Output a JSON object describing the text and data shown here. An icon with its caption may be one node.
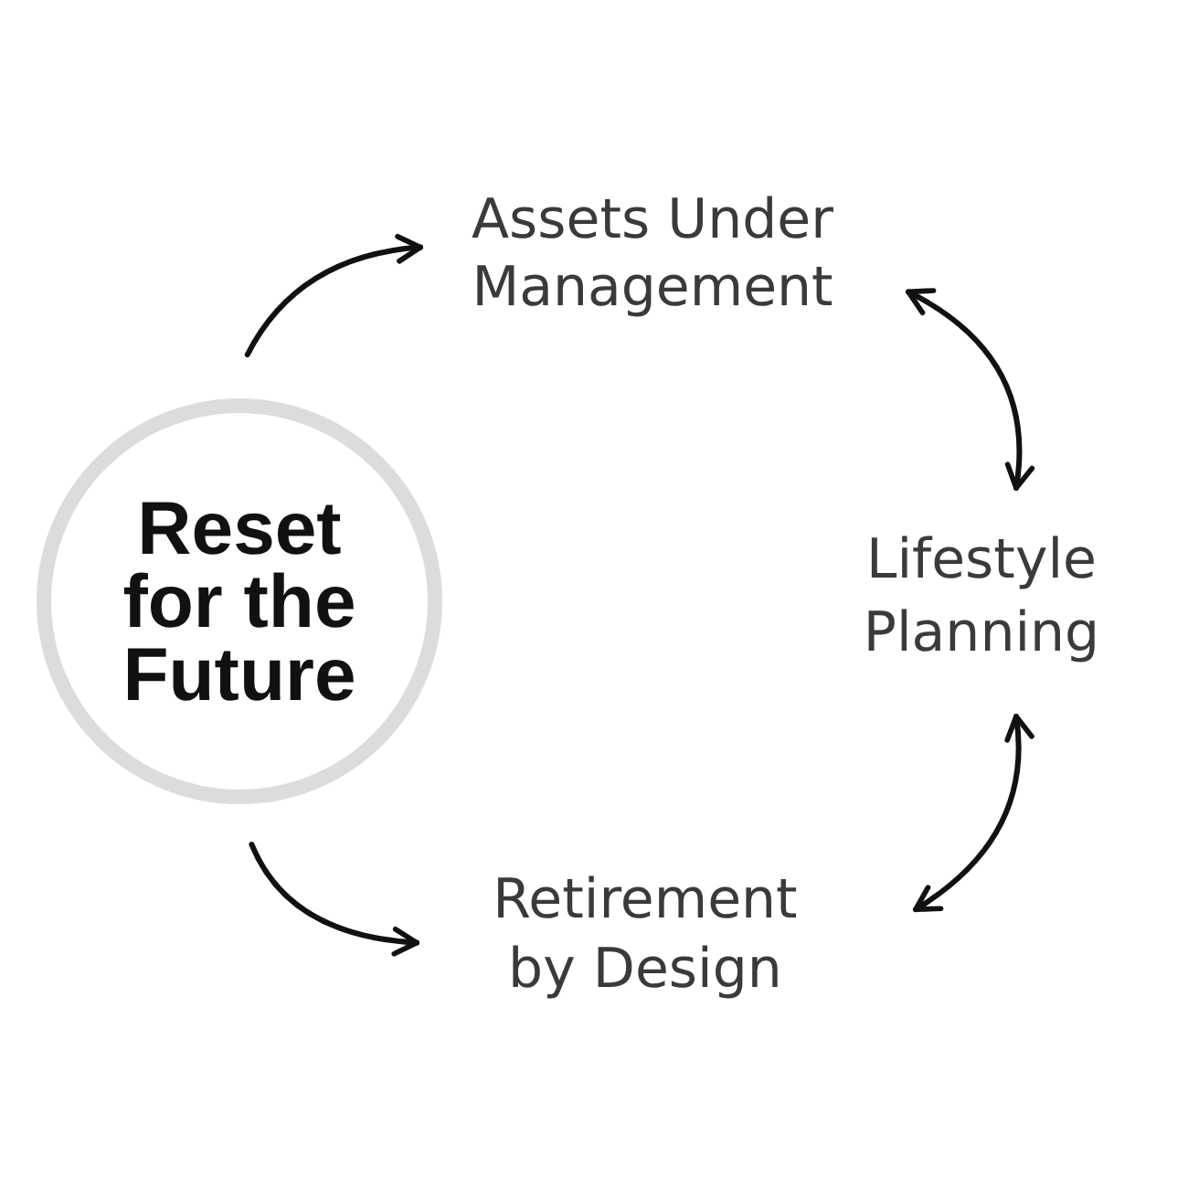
{
  "diagram": {
    "nodes": [
      {
        "text": [
          "Reset for the Future"
        ]
      },
      {
        "text": [
          "Assets Under Management"
        ]
      },
      {
        "text": [
          "Lifestyle Planning"
        ]
      },
      {
        "text": [
          "Retirement by Design"
        ]
      }
    ],
    "edges": [
      {
        "from": 0,
        "to": 1,
        "arrow": "to"
      },
      {
        "from": 1,
        "to": 2,
        "arrow": "both"
      },
      {
        "from": 2,
        "to": 3,
        "arrow": "both"
      },
      {
        "from": 0,
        "to": 3,
        "arrow": "to"
      }
    ]
  }
}
